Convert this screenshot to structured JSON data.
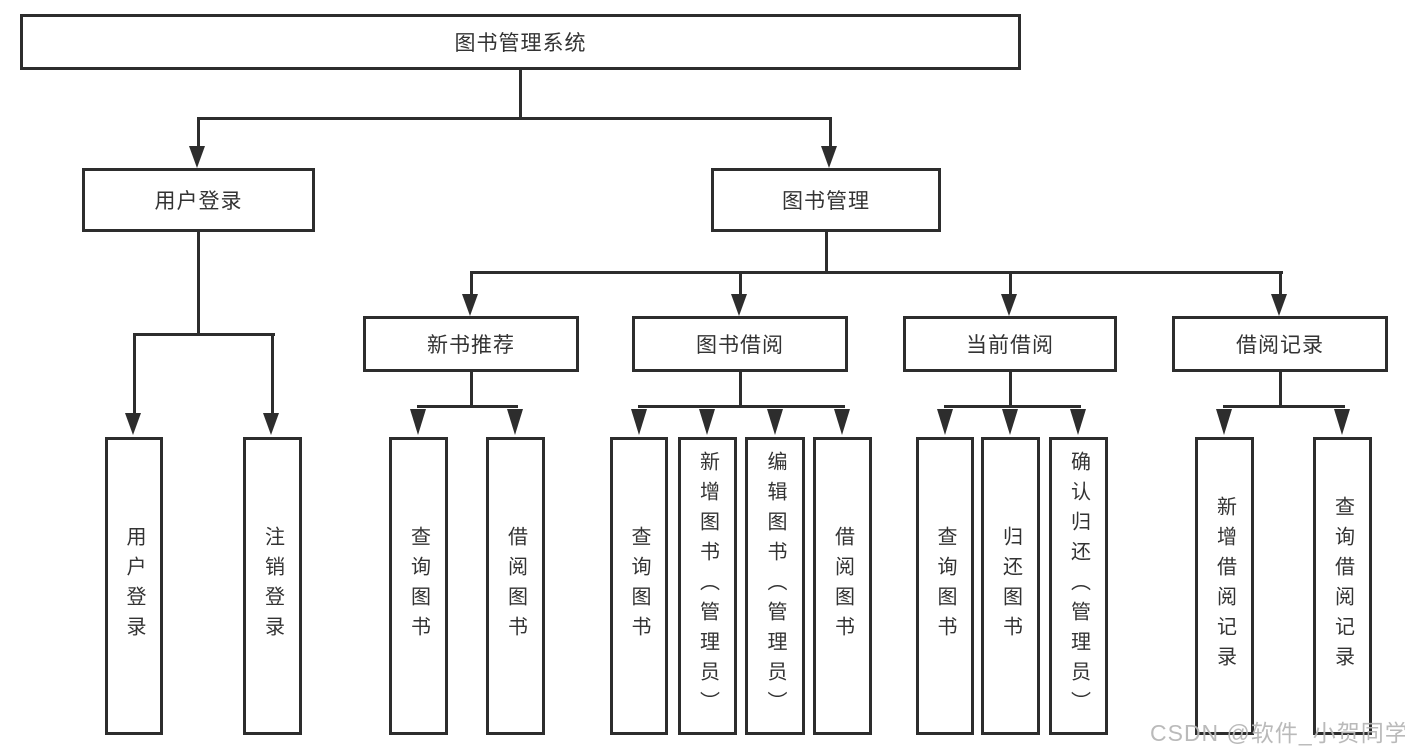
{
  "diagram": {
    "root": {
      "label": "图书管理系统"
    },
    "branches": [
      {
        "label": "用户登录",
        "children": [
          {
            "label": "用户登录"
          },
          {
            "label": "注销登录"
          }
        ]
      },
      {
        "label": "图书管理",
        "children": [
          {
            "label": "新书推荐",
            "children": [
              {
                "label": "查询图书"
              },
              {
                "label": "借阅图书"
              }
            ]
          },
          {
            "label": "图书借阅",
            "children": [
              {
                "label": "查询图书"
              },
              {
                "label": "新增图书（管理员）"
              },
              {
                "label": "编辑图书（管理员）"
              },
              {
                "label": "借阅图书"
              }
            ]
          },
          {
            "label": "当前借阅",
            "children": [
              {
                "label": "查询图书"
              },
              {
                "label": "归还图书"
              },
              {
                "label": "确认归还（管理员）"
              }
            ]
          },
          {
            "label": "借阅记录",
            "children": [
              {
                "label": "新增借阅记录"
              },
              {
                "label": "查询借阅记录"
              }
            ]
          }
        ]
      }
    ]
  },
  "watermark": {
    "text": "CSDN @软件_小贺同学"
  },
  "colors": {
    "line": "#2d2d2d",
    "text": "#333333",
    "watermark": "#b6b6b6",
    "background": "#ffffff"
  }
}
